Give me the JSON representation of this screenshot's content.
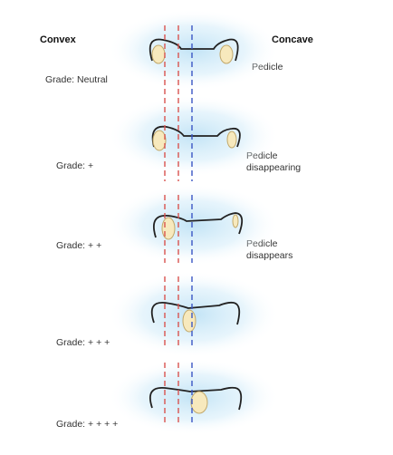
{
  "headers": {
    "left": "Convex",
    "right": "Concave"
  },
  "grades": [
    {
      "label": "Grade: Neutral",
      "right_lines": [
        "Pedicle"
      ]
    },
    {
      "label": "Grade: +",
      "right_lines": [
        "Pedicle",
        "disappearing"
      ]
    },
    {
      "label": "Grade: + +",
      "right_lines": [
        "Pedicle",
        "disappears"
      ]
    },
    {
      "label": "Grade: + + +",
      "right_lines": []
    },
    {
      "label": "Grade: + + + +",
      "right_lines": []
    }
  ],
  "colors": {
    "red_line": "#d9534f",
    "blue_line": "#3a56c4",
    "glow": "#bfe2f5",
    "pedicle_fill": "#f7e9bd",
    "pedicle_stroke": "#c2a86a",
    "outline": "#222222"
  }
}
